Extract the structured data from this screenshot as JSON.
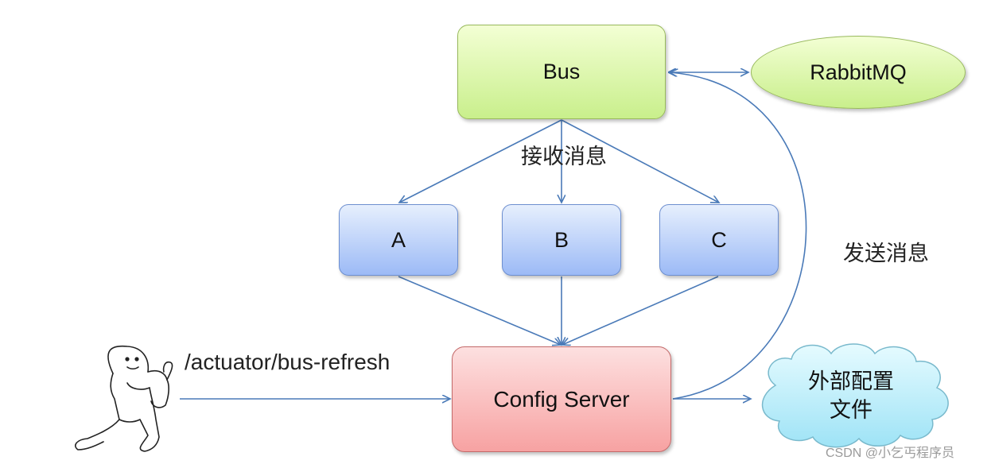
{
  "nodes": {
    "bus": "Bus",
    "rabbitmq": "RabbitMQ",
    "a": "A",
    "b": "B",
    "c": "C",
    "config_server": "Config Server",
    "external_config_line1": "外部配置",
    "external_config_line2": "文件"
  },
  "labels": {
    "receive_message": "接收消息",
    "send_message": "发送消息",
    "endpoint": "/actuator/bus-refresh"
  },
  "watermark": "CSDN @小乞丐程序员",
  "colors": {
    "arrow": "#4a7ab8",
    "bus_fill": "#d4f5a8",
    "node_fill": "#b4ccf8",
    "config_fill": "#f9b7b7",
    "cloud_fill": "#bfeefa"
  }
}
